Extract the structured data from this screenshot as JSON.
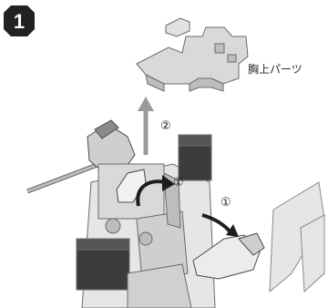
{
  "step": {
    "number": "1",
    "badge_color": "#222222"
  },
  "callouts": {
    "part_label": "胸上パーツ",
    "step_one_a": "①",
    "step_one_b": "①",
    "step_two": "②"
  },
  "colors": {
    "part_light": "#d9d9d9",
    "part_mid": "#bdbdbd",
    "part_dark": "#3c3c3c",
    "outline": "#6a6a6a",
    "arrow_gray": "#9a9a9a",
    "arrow_dark": "#1e1e1e"
  }
}
